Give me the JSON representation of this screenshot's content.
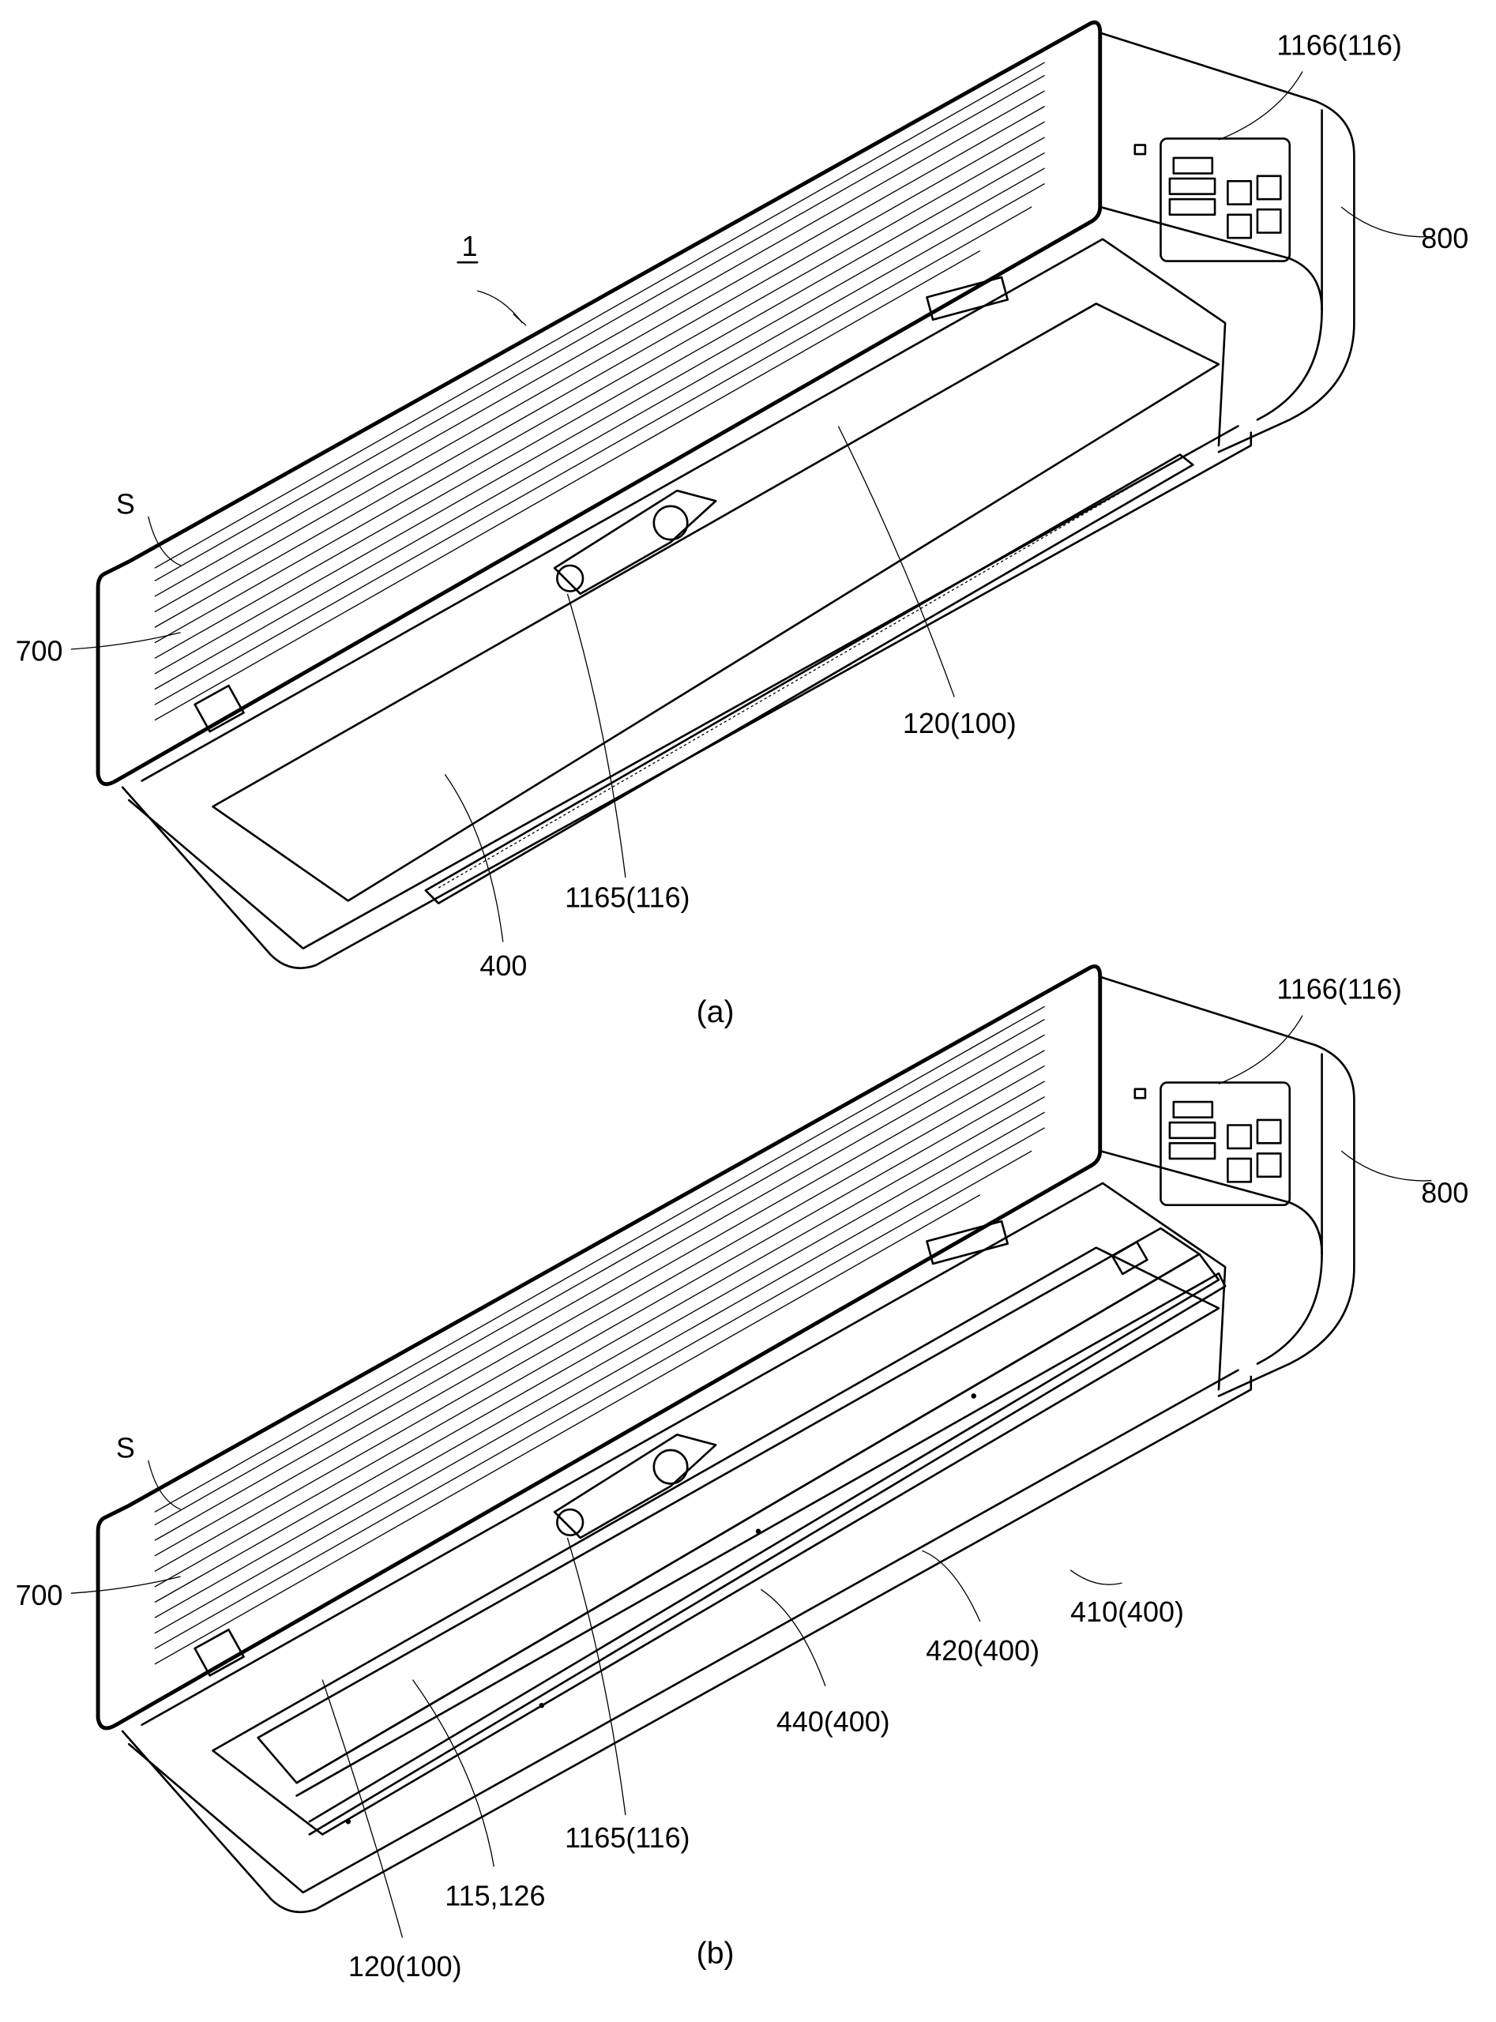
{
  "figure_a": {
    "caption": "(a)",
    "labels": {
      "device": "1",
      "slot": "S",
      "louver_panel": "700",
      "display": "1166(116)",
      "side_case": "800",
      "lower_panel": "120(100)",
      "sensor": "1165(116)",
      "filter": "400"
    }
  },
  "figure_b": {
    "caption": "(b)",
    "labels": {
      "slot": "S",
      "louver_panel": "700",
      "display": "1166(116)",
      "side_case": "800",
      "frame": "410(400)",
      "lamp_holder": "420(400)",
      "lamp": "440(400)",
      "sensor": "1165(116)",
      "fastener": "115,126",
      "lower_panel": "120(100)"
    }
  }
}
